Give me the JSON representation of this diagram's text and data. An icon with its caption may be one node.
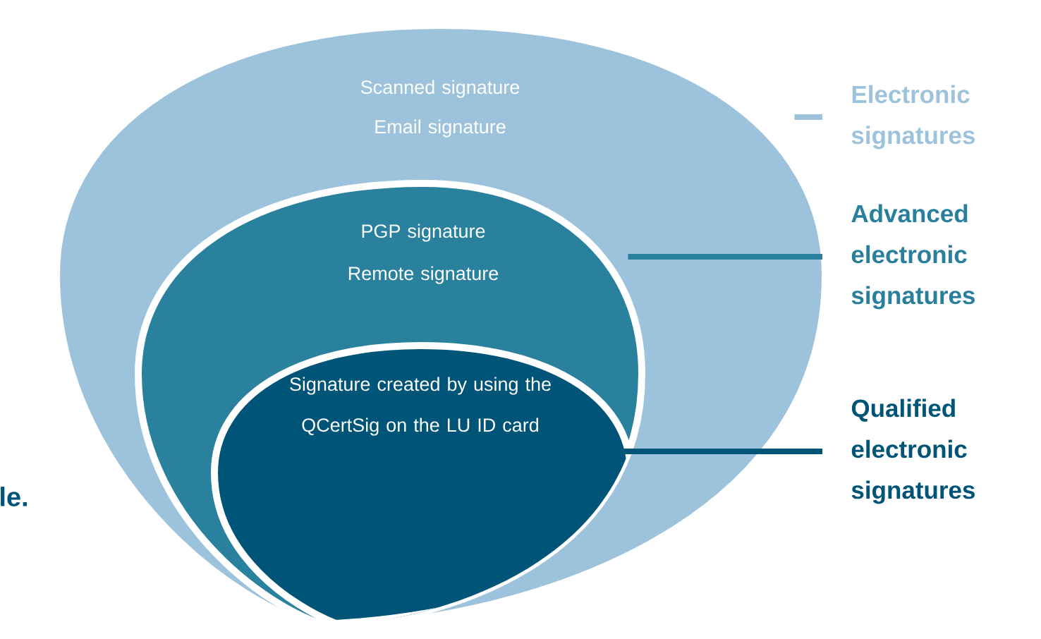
{
  "diagram": {
    "nodes": [
      {
        "text": [
          "Scanned signature",
          "Email signature"
        ]
      },
      {
        "text": [
          "PGP signature",
          "Remote signature"
        ],
        "in": 0
      },
      {
        "text": [
          "Signature created by using the QCertSig on the LU ID card"
        ],
        "in": 1
      },
      {
        "text": [
          "Electronic signatures"
        ]
      },
      {
        "text": [
          "Advanced electronic signatures"
        ]
      },
      {
        "text": [
          "Qualified electronic signatures"
        ]
      }
    ],
    "edges": [
      {
        "from": 3,
        "to": 0,
        "arrow": "none",
        "color": "#9dc3dc"
      },
      {
        "from": 4,
        "to": 1,
        "arrow": "none",
        "color": "#2a819e"
      },
      {
        "from": 5,
        "to": 2,
        "arrow": "none",
        "color": "#005477"
      }
    ],
    "labels": [
      "le."
    ]
  }
}
